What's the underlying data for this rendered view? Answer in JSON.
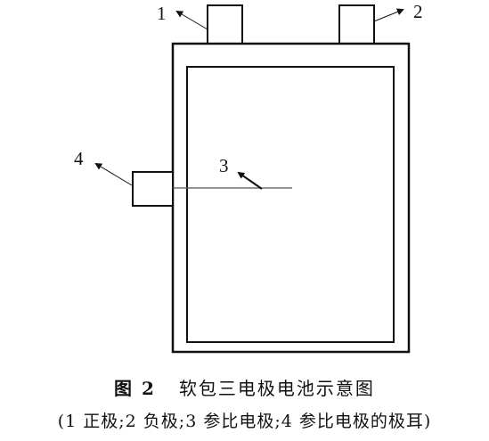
{
  "diagram": {
    "labels": {
      "tab_positive": "1",
      "tab_negative": "2",
      "reference_electrode": "3",
      "reference_tab": "4"
    }
  },
  "caption": {
    "figure_number": "图 2",
    "title": "软包三电极电池示意图",
    "legend": "(1 正极;2 负极;3 参比电极;4 参比电极的极耳)"
  }
}
